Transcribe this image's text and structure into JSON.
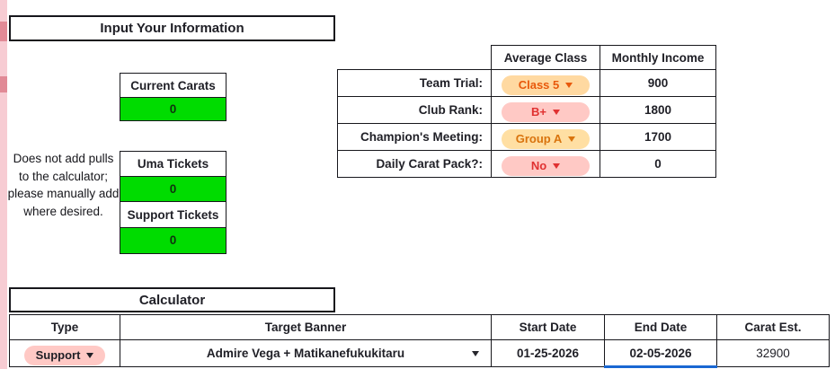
{
  "colors": {
    "green_cell": "#00dc00",
    "strip": "#f7ccd3",
    "strip_mark": "#e18a96",
    "selection_blue": "#1967d2"
  },
  "input_section": {
    "title": "Input Your Information",
    "current_carats": {
      "label": "Current Carats",
      "value": "0"
    },
    "note": "Does not add pulls to the calculator; please manually add where desired.",
    "uma_tickets": {
      "label": "Uma Tickets",
      "value": "0"
    },
    "support_tickets": {
      "label": "Support Tickets",
      "value": "0"
    }
  },
  "income_table": {
    "headers": {
      "class": "Average Class",
      "income": "Monthly Income"
    },
    "rows": [
      {
        "label": "Team Trial:",
        "value": "Class 5",
        "income": "900",
        "chip_bg": "#ffd9a1",
        "chip_text": "#e8590c"
      },
      {
        "label": "Club Rank:",
        "value": "B+",
        "income": "1800",
        "chip_bg": "#ffc9c5",
        "chip_text": "#e03131"
      },
      {
        "label": "Champion's Meeting:",
        "value": "Group A",
        "income": "1700",
        "chip_bg": "#ffdfa3",
        "chip_text": "#d9730d"
      },
      {
        "label": "Daily Carat Pack?:",
        "value": "No",
        "income": "0",
        "chip_bg": "#ffc9c5",
        "chip_text": "#e03131"
      }
    ]
  },
  "calculator": {
    "title": "Calculator",
    "headers": [
      "Type",
      "Target Banner",
      "Start Date",
      "End Date",
      "Carat Est."
    ],
    "row": {
      "type": "Support",
      "type_chip_bg": "#ffc9c5",
      "type_chip_text": "#1f1f26",
      "banner": "Admire Vega + Matikanefukukitaru",
      "start_date": "01-25-2026",
      "end_date": "02-05-2026",
      "carat_est": "32900"
    }
  }
}
